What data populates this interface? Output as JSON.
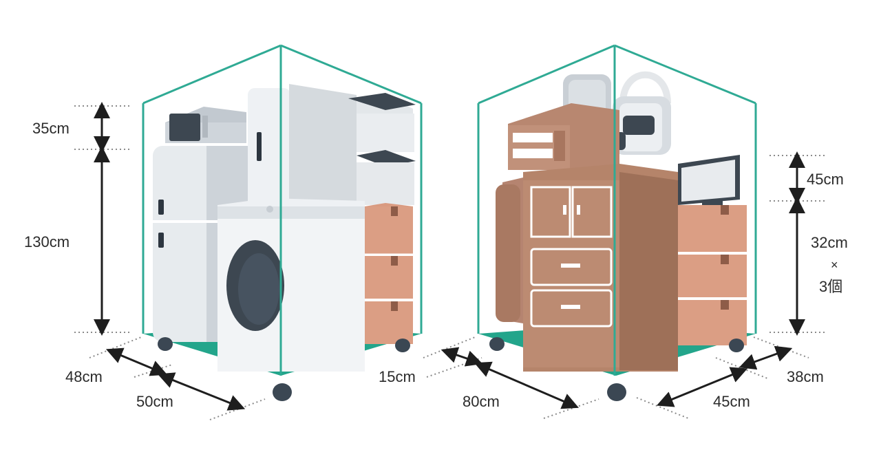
{
  "colors": {
    "frame": "#2faa94",
    "floor": "#23a58b",
    "caster": "#3b4753",
    "arrow": "#1e1e1e",
    "guide": "#8a8a8a",
    "appliance_light": "#eceff2",
    "appliance_mid": "#d6dbe0",
    "appliance_dark": "#3d4751",
    "box": "#d99a80",
    "box_dark": "#c98a70",
    "wood": "#b5846a",
    "wood_dark": "#9e7058"
  },
  "left_unit": {
    "contents": [
      "refrigerator-icon",
      "microwave-icon",
      "washing-machine-icon",
      "storage-bin-icon",
      "cardboard-box-icon"
    ],
    "dimensions": {
      "top_height": "35cm",
      "main_height": "130cm",
      "depth_small": "48cm",
      "depth_large": "50cm",
      "width": "15cm"
    }
  },
  "right_unit": {
    "contents": [
      "wooden-cabinet-icon",
      "chest-icon",
      "vacuum-cleaner-icon",
      "monitor-icon",
      "cardboard-box-icon"
    ],
    "dimensions": {
      "depth_small": "80cm",
      "top_height": "45cm",
      "box_height": "32cm",
      "multiply": "×",
      "box_count": "3個",
      "width": "45cm",
      "depth": "38cm"
    }
  }
}
